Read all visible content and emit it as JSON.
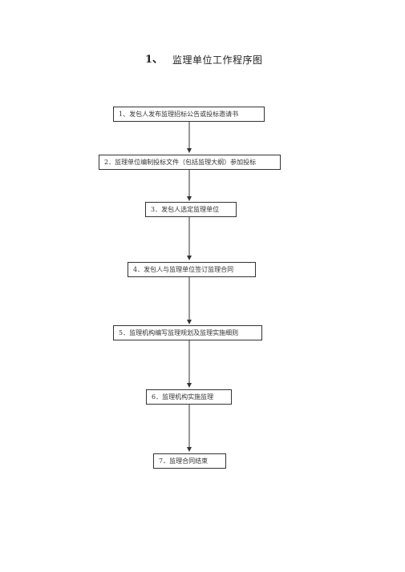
{
  "title": {
    "number": "1、",
    "text": "监理单位工作程序图"
  },
  "steps": [
    "1、发包人发布监理招标公告或投标邀请书",
    "2．监理单位编制投标文件（包括监理大纲）参加投标",
    "3．发包人选定监理单位",
    "4．发包人与监理单位签订监理合同",
    "5．监理机构编写监理规划及监理实施细则",
    "6．监理机构实施监理",
    "7．监理合同结束"
  ],
  "colors": {
    "line": "#333333",
    "text": "#222222"
  }
}
